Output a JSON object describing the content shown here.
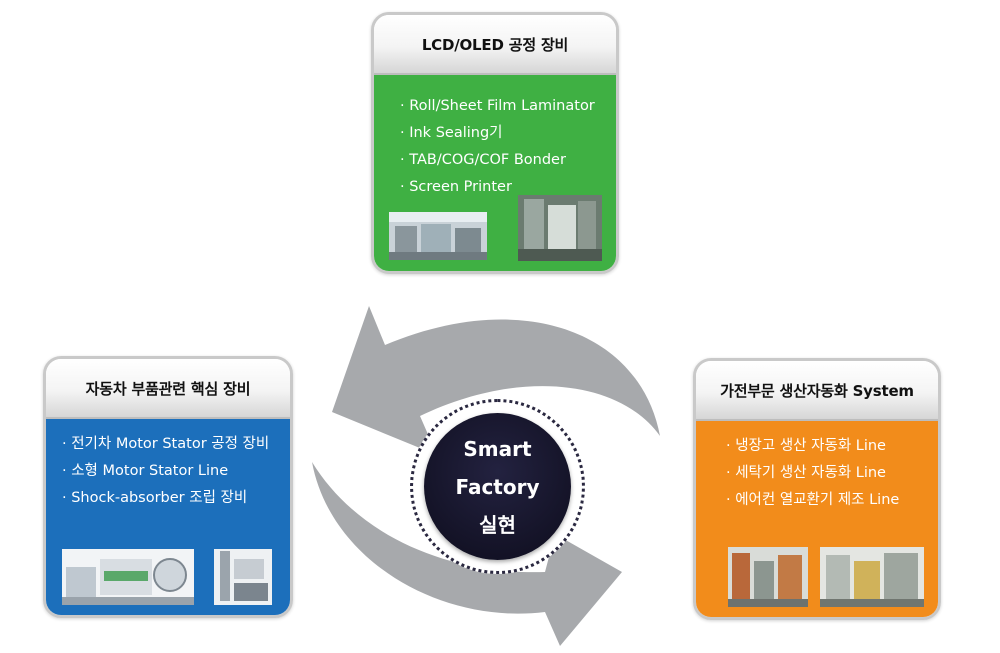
{
  "center": {
    "lines": [
      "Smart",
      "Factory",
      "실현"
    ]
  },
  "cards": {
    "top": {
      "title": "LCD/OLED 공정 장비",
      "color": "#3fb043",
      "items": [
        "Roll/Sheet Film Laminator",
        "Ink Sealing기",
        "TAB/COG/COF Bonder",
        "Screen Printer"
      ]
    },
    "left": {
      "title": "자동차 부품관련 핵심 장비",
      "color": "#1c6fbb",
      "items": [
        "전기차 Motor Stator 공정 장비",
        "소형 Motor Stator Line",
        "Shock-absorber 조립 장비"
      ]
    },
    "right": {
      "title": "가전부문 생산자동화 System",
      "color": "#f28c1b",
      "items": [
        "냉장고 생산 자동화 Line",
        "세탁기 생산 자동화 Line",
        "에어컨 열교환기 제조 Line"
      ]
    }
  },
  "arrow_color": "#a7a9ac"
}
